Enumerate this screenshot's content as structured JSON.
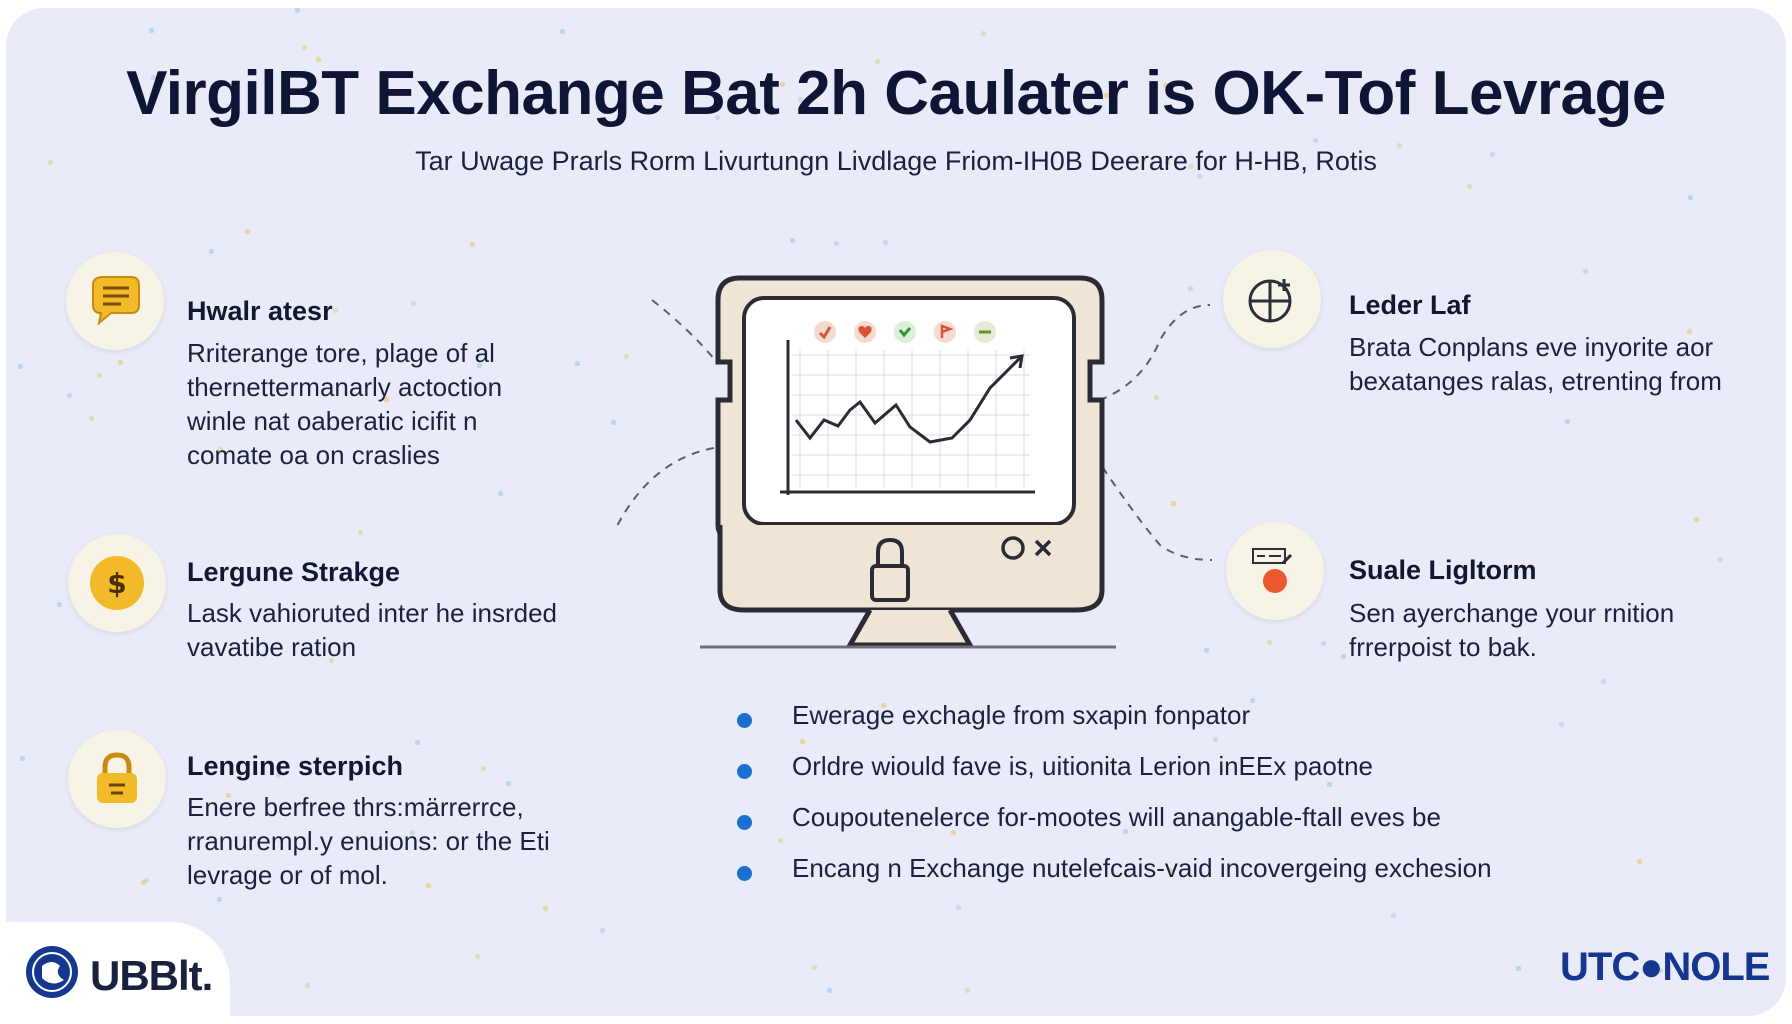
{
  "header": {
    "title": "VirgilBT Exchange  Bat 2h Caulater is OK-Tof Levrage",
    "subtitle": "Tar Uwage Prarls Rorm Livurtungn Livdlage Friom-IH0B Deerare for H-HB, Rotis"
  },
  "features": [
    {
      "title": "Hwalr atesr",
      "text": "Rriterange tore, plage of al\nthernettermanarly actoction\nwinle nat oaberatic icifit n\ncomate oa on craslies",
      "icon": "chat-bubble-icon",
      "accent": "#f2b929"
    },
    {
      "title": "Lergune Strakge",
      "text": "Lask vahioruted inter he insrded\nvavatibe ration",
      "icon": "dollar-coin-icon",
      "accent": "#f2b929"
    },
    {
      "title": "Lengine sterpich",
      "text": "Enere berfree thrs:märrerrce,\nrranurempl.y enuions: or the Eti\nlevrage or of mol.",
      "icon": "padlock-icon",
      "accent": "#f2b929"
    },
    {
      "title": "Leder Laf",
      "text": "Brata Conplans eve inyorite aor\nbexatanges ralas, etrenting from",
      "icon": "chart-plus-icon",
      "accent": "#2b2f3a"
    },
    {
      "title": "Suale Ligltorm",
      "text": "Sen ayerchange your rnition\nfrrerpoist to bak.",
      "icon": "calculator-icon",
      "accent": "#ea5a2e"
    }
  ],
  "bullets": [
    "Ewerage exchagle from sxapin fonpator",
    "Orldre wiould fave is, uitionita Lerion inEEx paotne",
    "Coupoutenelerce for-mootes will anangable-ftall eves be",
    "Encang n Exchange nutelefcais-vaid incovergeing exchesion"
  ],
  "monitor": {
    "close_label": "O×",
    "chart_icons": [
      "check-icon",
      "heart-icon",
      "check-icon",
      "flag-icon",
      "minus-icon"
    ]
  },
  "logos": {
    "left": "UBBlt.",
    "right": "UTC●NOLE"
  },
  "colors": {
    "background": "#e9ecf8",
    "title": "#0f1635",
    "accent_yellow": "#f2b929",
    "bullet": "#1a6fcf",
    "brand_blue": "#16378f"
  }
}
